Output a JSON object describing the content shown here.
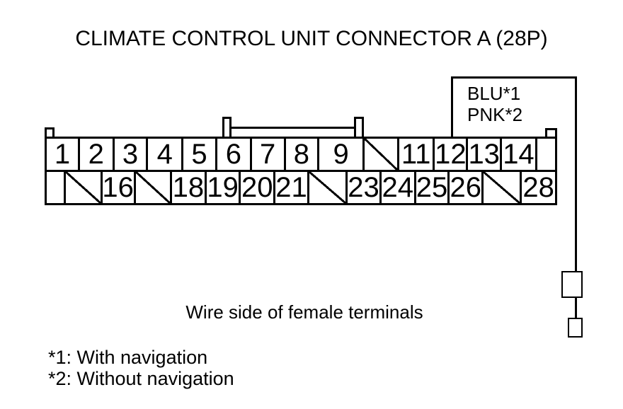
{
  "page": {
    "title": "CLIMATE CONTROL UNIT CONNECTOR A (28P)",
    "caption": "Wire side of female terminals",
    "footnotes": [
      "*1: With navigation",
      "*2: Without navigation"
    ]
  },
  "callout": {
    "lines": [
      "BLU*1",
      "PNK*2"
    ]
  },
  "connector": {
    "rows": [
      {
        "cells": [
          {
            "type": "pin",
            "label": "1"
          },
          {
            "type": "pin",
            "label": "2"
          },
          {
            "type": "pin",
            "label": "3"
          },
          {
            "type": "pin",
            "label": "4"
          },
          {
            "type": "pin",
            "label": "5"
          },
          {
            "type": "pin",
            "label": "6"
          },
          {
            "type": "pin",
            "label": "7"
          },
          {
            "type": "pin",
            "label": "8"
          },
          {
            "type": "pin",
            "label": "9"
          },
          {
            "type": "nc",
            "label": ""
          },
          {
            "type": "pin",
            "label": "11"
          },
          {
            "type": "pin",
            "label": "12"
          },
          {
            "type": "pin",
            "label": "13"
          },
          {
            "type": "pin",
            "label": "14"
          },
          {
            "type": "blank",
            "label": ""
          }
        ]
      },
      {
        "cells": [
          {
            "type": "blank",
            "label": ""
          },
          {
            "type": "nc",
            "label": ""
          },
          {
            "type": "pin",
            "label": "16"
          },
          {
            "type": "nc",
            "label": ""
          },
          {
            "type": "pin",
            "label": "18"
          },
          {
            "type": "pin",
            "label": "19"
          },
          {
            "type": "pin",
            "label": "20"
          },
          {
            "type": "pin",
            "label": "21"
          },
          {
            "type": "nc",
            "label": ""
          },
          {
            "type": "pin",
            "label": "23"
          },
          {
            "type": "pin",
            "label": "24"
          },
          {
            "type": "pin",
            "label": "25"
          },
          {
            "type": "pin",
            "label": "26"
          },
          {
            "type": "nc",
            "label": ""
          },
          {
            "type": "pin",
            "label": "28"
          }
        ]
      }
    ]
  },
  "colors": {
    "ink": "#000000",
    "paper": "#ffffff"
  }
}
